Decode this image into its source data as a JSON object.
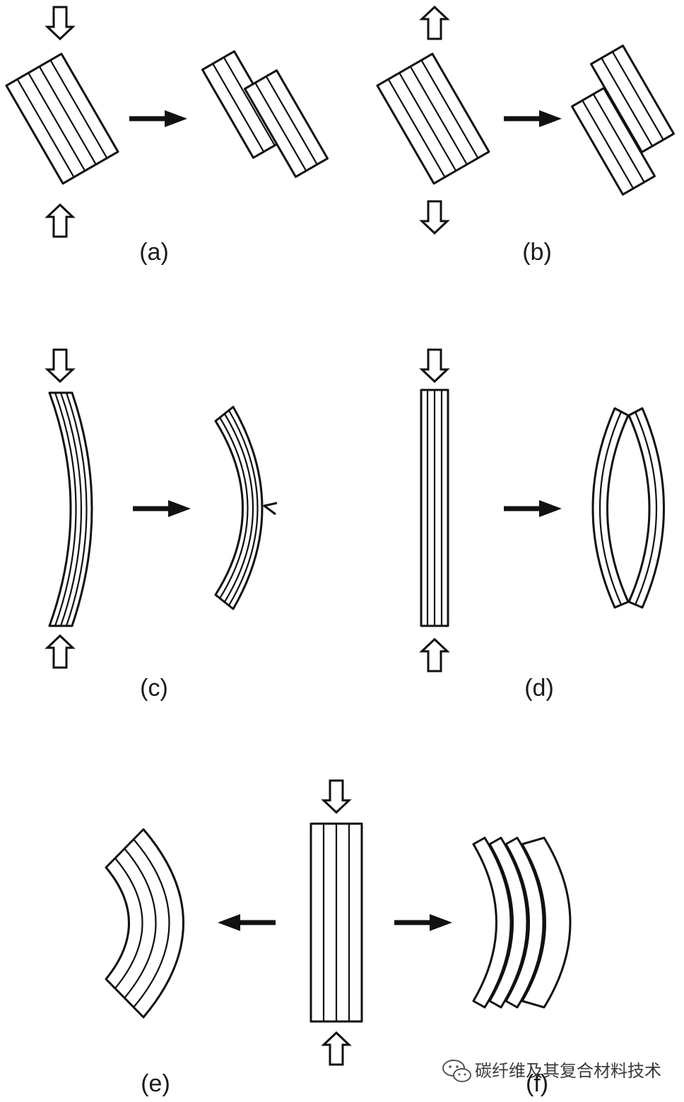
{
  "panels": [
    {
      "id": "a",
      "label": "(a)"
    },
    {
      "id": "b",
      "label": "(b)"
    },
    {
      "id": "c",
      "label": "(c)"
    },
    {
      "id": "d",
      "label": "(d)"
    },
    {
      "id": "e",
      "label": "(e)"
    },
    {
      "id": "f",
      "label": "(f)"
    }
  ],
  "watermark": {
    "text": "碳纤维及其复合材料技术",
    "icon": "wechat-icon"
  }
}
